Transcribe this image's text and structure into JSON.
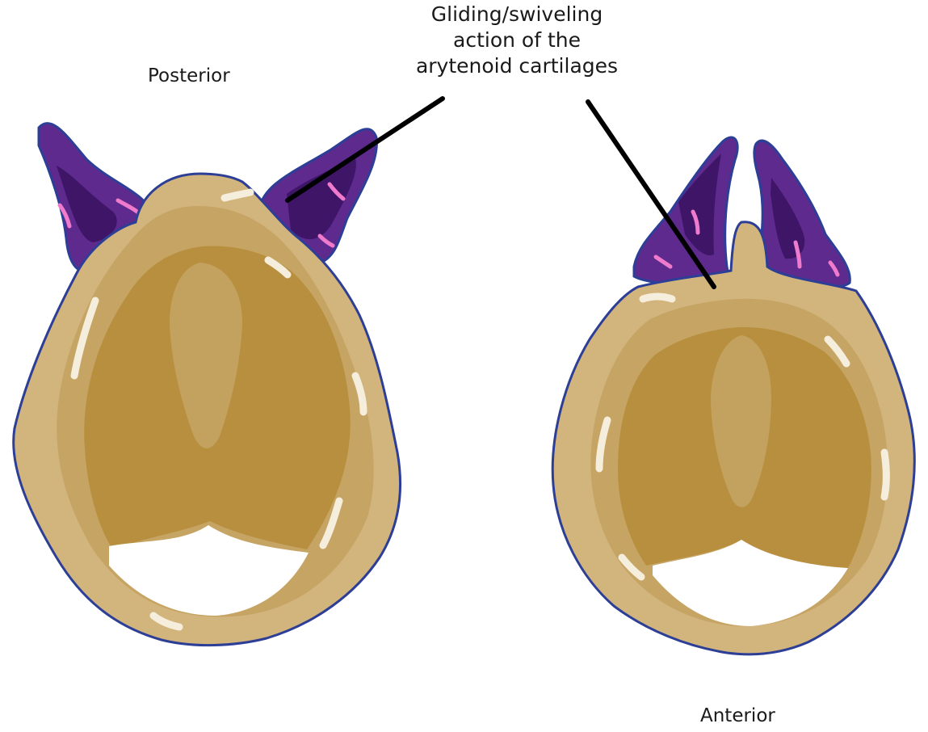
{
  "labels": {
    "posterior": "Posterior",
    "anterior": "Anterior",
    "action_lines": [
      "Gliding/swiveling",
      "action of the",
      "arytenoid cartilages"
    ]
  },
  "colors": {
    "cricoid_outer": "#d2b47d",
    "cricoid_mid": "#c6a464",
    "cricoid_inner": "#b78f3e",
    "cricoid_highlight": "#f6eedc",
    "outline": "#2c3e96",
    "arytenoid": "#5f2a8e",
    "arytenoid_dark": "#3f1568",
    "arytenoid_highlight": "#f07acb",
    "pointer": "#000000"
  }
}
